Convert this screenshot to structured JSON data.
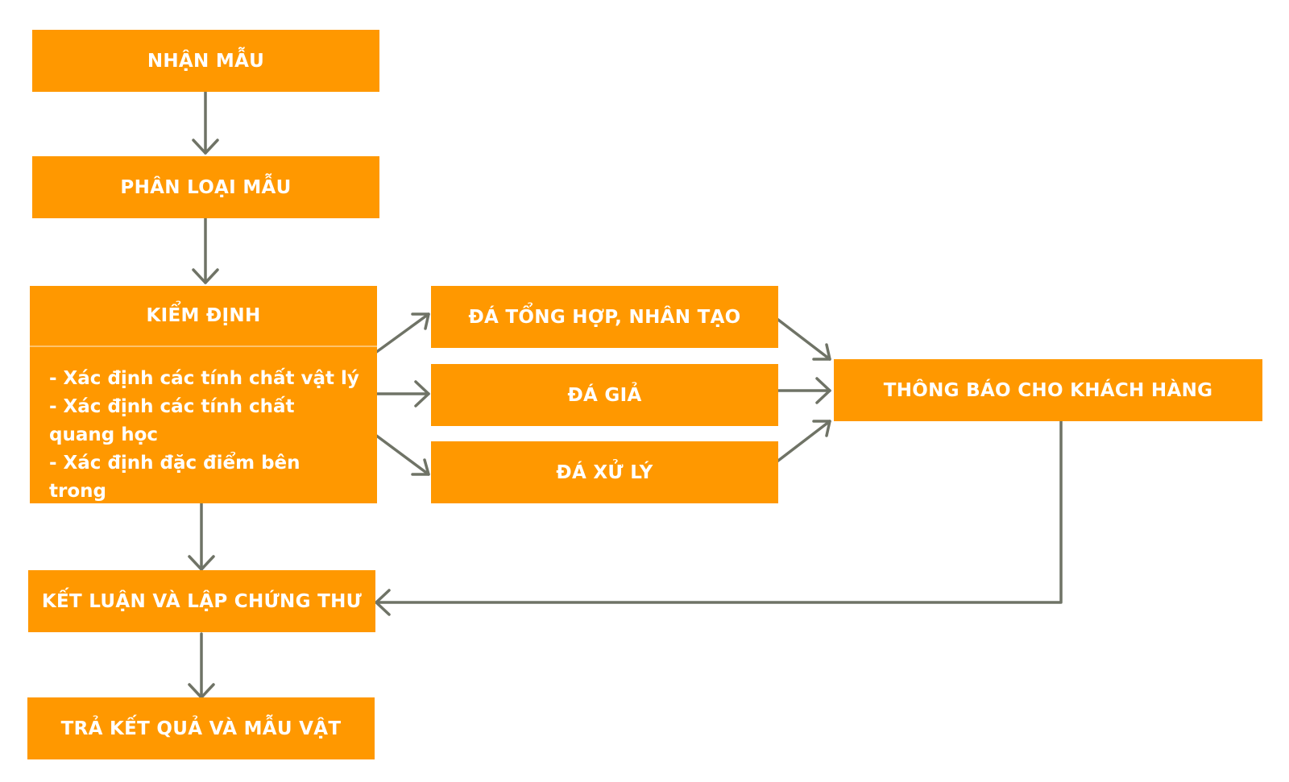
{
  "diagram": {
    "colors": {
      "box_fill": "#FF9800",
      "box_text": "#FFFFFF",
      "connector": "#6F7366"
    },
    "nodes": {
      "receive": {
        "label": "NHẬN MẪU"
      },
      "classify": {
        "label": "PHÂN LOẠI MẪU"
      },
      "inspect": {
        "label": "KIỂM ĐỊNH",
        "details": [
          "- Xác định các tính chất vật lý",
          "- Xác định các tính chất quang học",
          "- Xác định đặc điểm bên trong"
        ]
      },
      "synthetic": {
        "label": "ĐÁ TỔNG HỢP, NHÂN TẠO"
      },
      "imitation": {
        "label": "ĐÁ GIẢ"
      },
      "treated": {
        "label": "ĐÁ XỬ LÝ"
      },
      "notify": {
        "label": "THÔNG BÁO CHO KHÁCH HÀNG"
      },
      "conclude": {
        "label": "KẾT LUẬN VÀ LẬP CHỨNG THƯ"
      },
      "return": {
        "label": "TRẢ KẾT QUẢ VÀ MẪU VẬT"
      }
    },
    "edges": [
      {
        "from": "receive",
        "to": "classify"
      },
      {
        "from": "classify",
        "to": "inspect"
      },
      {
        "from": "inspect",
        "to": "synthetic"
      },
      {
        "from": "inspect",
        "to": "imitation"
      },
      {
        "from": "inspect",
        "to": "treated"
      },
      {
        "from": "synthetic",
        "to": "notify"
      },
      {
        "from": "imitation",
        "to": "notify"
      },
      {
        "from": "treated",
        "to": "notify"
      },
      {
        "from": "notify",
        "to": "conclude"
      },
      {
        "from": "inspect",
        "to": "conclude"
      },
      {
        "from": "conclude",
        "to": "return"
      }
    ]
  }
}
